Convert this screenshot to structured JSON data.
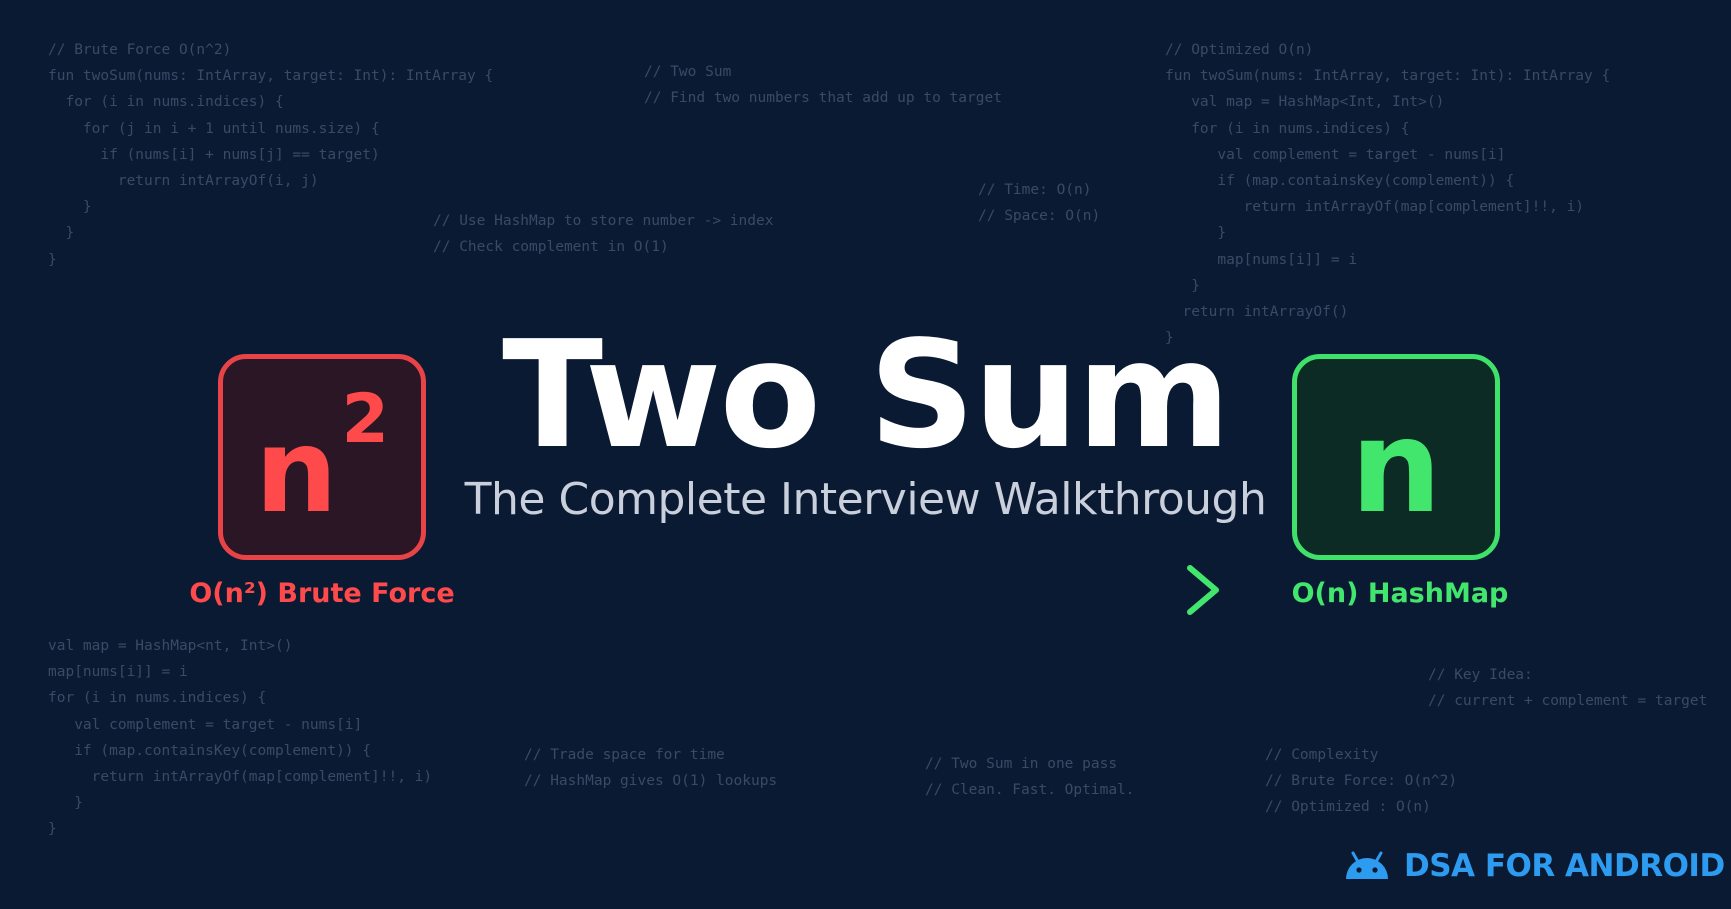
{
  "code_blocks": {
    "brute_force": [
      "// Brute Force O(n^2)",
      "fun twoSum(nums: IntArray, target: Int): IntArray {",
      "  for (i in nums.indices) {",
      "    for (j in i + 1 until nums.size) {",
      "      if (nums[i] + nums[j] == target)",
      "        return intArrayOf(i, j)",
      "    }",
      "  }",
      "}"
    ],
    "intro": [
      "// Two Sum",
      "// Find two numbers that add up to target"
    ],
    "hashmap_note": [
      "// Use HashMap to store number -> index",
      "// Check complement in O(1)"
    ],
    "complexity_note": [
      "// Time: O(n)",
      "// Space: O(n)"
    ],
    "optimized": [
      "// Optimized O(n)",
      "fun twoSum(nums: IntArray, target: Int): IntArray {",
      "   val map = HashMap<Int, Int>()",
      "   for (i in nums.indices) {",
      "      val complement = target - nums[i]",
      "      if (map.containsKey(complement)) {",
      "         return intArrayOf(map[complement]!!, i)",
      "      }",
      "      map[nums[i]] = i",
      "   }",
      "  return intArrayOf()",
      "}"
    ],
    "loop_snippet": [
      "val map = HashMap<nt, Int>()",
      "map[nums[i]] = i",
      "",
      "for (i in nums.indices) {",
      "   val complement = target - nums[i]",
      "   if (map.containsKey(complement)) {",
      "     return intArrayOf(map[complement]!!, i)",
      "   }",
      "}"
    ],
    "key_idea": [
      "// Key Idea:",
      "// current + complement = target"
    ],
    "trade": [
      "// Trade space for time",
      "// HashMap gives O(1) lookups"
    ],
    "one_pass": [
      "// Two Sum in one pass",
      "// Clean. Fast. Optimal."
    ],
    "complexity": [
      "// Complexity",
      "// Brute Force: O(n^2)",
      "// Optimized : O(n)"
    ]
  },
  "title": "Two Sum",
  "subtitle": "The Complete Interview Walkthrough",
  "badge_left": {
    "base": "n",
    "exponent": "2",
    "caption": "O(n²) Brute Force",
    "color": "#ff4a4c"
  },
  "badge_right": {
    "base": "n",
    "caption": "O(n) HashMap",
    "color": "#42e66d"
  },
  "arrow": {
    "from_color": "#ff4a4c",
    "to_color": "#42e66d"
  },
  "brand": {
    "icon": "android-icon",
    "text": "DSA FOR ANDROID",
    "color": "#2d9bf0"
  },
  "background_color": "#0b1a33"
}
